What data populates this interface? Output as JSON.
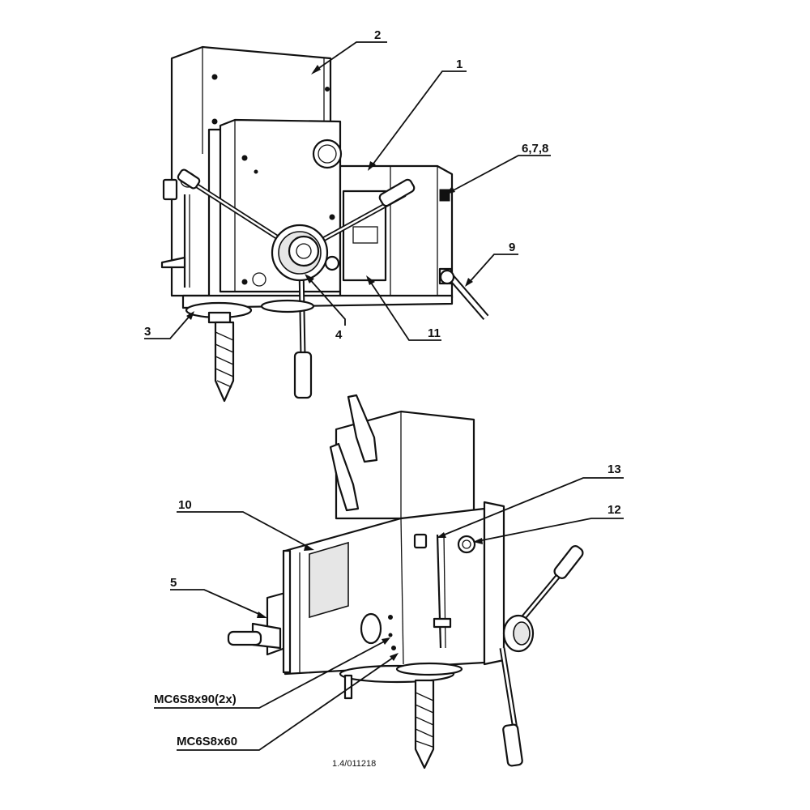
{
  "diagram": {
    "callouts": {
      "c1": "1",
      "c2": "2",
      "c3": "3",
      "c4": "4",
      "c5": "5",
      "c678": "6,7,8",
      "c9": "9",
      "c10": "10",
      "c11": "11",
      "c12": "12",
      "c13": "13",
      "screw_90": "MC6S8x90(2x)",
      "screw_60": "MC6S8x60"
    },
    "drawing_code": "1.4/011218"
  }
}
